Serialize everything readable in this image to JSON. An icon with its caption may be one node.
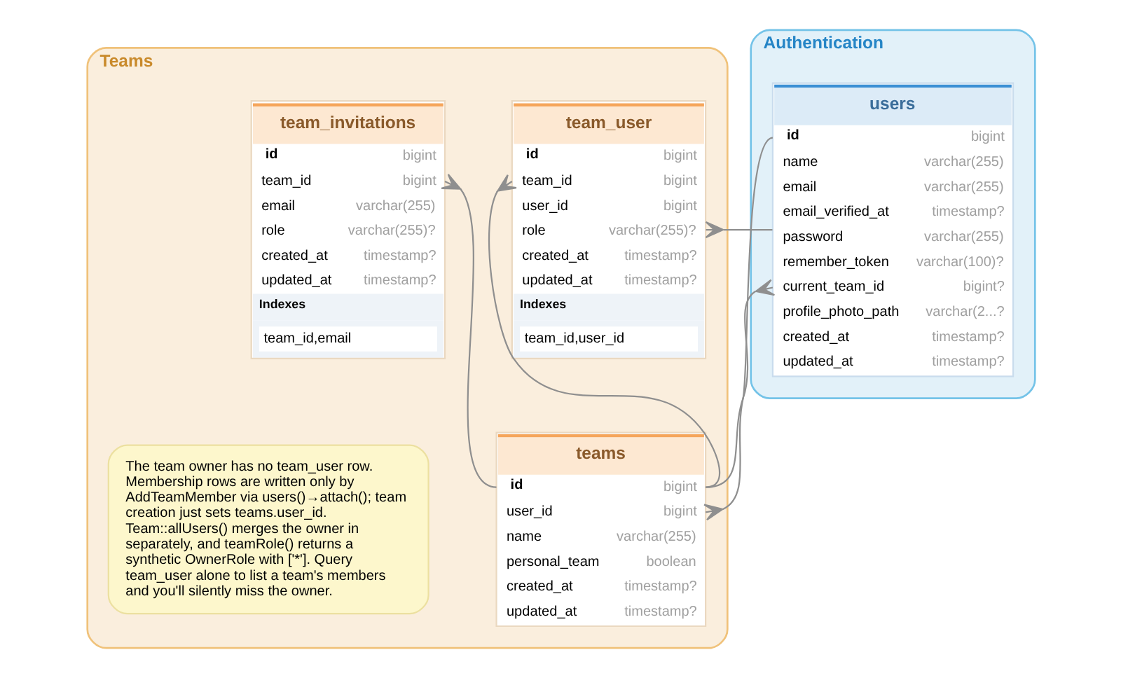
{
  "diagram": {
    "nodes": [
      {
        "text": [
          "Teams"
        ]
      },
      {
        "text": [
          "team_invitations",
          "id",
          "bigint",
          "team_id",
          "bigint",
          "email",
          "varchar(255)",
          "role",
          "varchar(255)?",
          "created_at",
          "timestamp?",
          "updated_at",
          "timestamp?",
          "Indexes",
          "team_id,email"
        ],
        "in": 0
      },
      {
        "text": [
          "team_user",
          "id",
          "bigint",
          "team_id",
          "bigint",
          "user_id",
          "bigint",
          "role",
          "varchar(255)?",
          "created_at",
          "timestamp?",
          "updated_at",
          "timestamp?",
          "Indexes",
          "team_id,user_id"
        ],
        "in": 0
      },
      {
        "text": [
          "teams",
          "id",
          "bigint",
          "user_id",
          "bigint",
          "name",
          "varchar(255)",
          "personal_team",
          "boolean",
          "created_at",
          "timestamp?",
          "updated_at",
          "timestamp?"
        ],
        "in": 0
      },
      {
        "text": [
          "The team owner has no team_user row. Membership rows are written only by AddTeamMember via users()→attach(); team creation just sets teams.user_id. Team::allUsers() merges the owner in separately, and teamRole() returns a synthetic OwnerRole with ['*']. Query team_user alone to list a team's members and you'll silently miss the owner."
        ],
        "in": 0
      },
      {
        "text": [
          "Authentication"
        ]
      },
      {
        "text": [
          "users",
          "id",
          "bigint",
          "name",
          "varchar(255)",
          "email",
          "varchar(255)",
          "email_verified_at",
          "timestamp?",
          "password",
          "varchar(255)",
          "remember_token",
          "varchar(100)?",
          "current_team_id",
          "bigint?",
          "profile_photo_path",
          "varchar(2...?",
          "created_at",
          "timestamp?",
          "updated_at",
          "timestamp?"
        ],
        "in": 5
      }
    ],
    "edges": [
      {
        "from": 1,
        "to": 3,
        "arrow": "other"
      },
      {
        "from": 2,
        "to": 3,
        "arrow": "other"
      },
      {
        "from": 2,
        "to": 6,
        "arrow": "other"
      },
      {
        "from": 3,
        "to": 6,
        "arrow": "other"
      },
      {
        "from": 6,
        "to": 3,
        "arrow": "other"
      }
    ]
  }
}
